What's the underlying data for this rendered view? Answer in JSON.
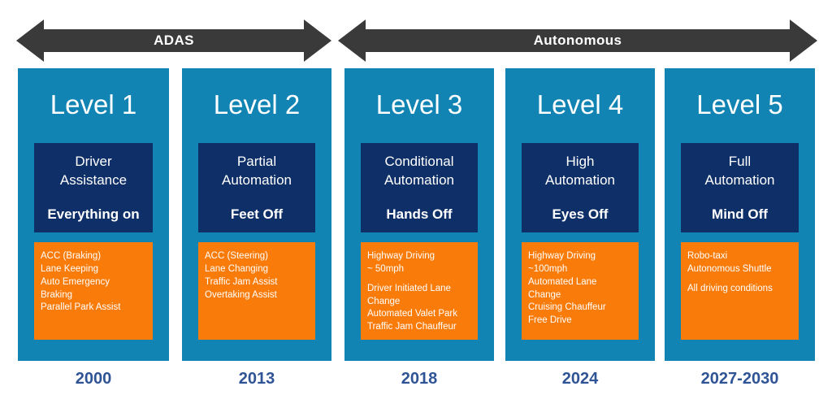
{
  "bands": [
    {
      "label": "ADAS",
      "arrow_icon": "double-headed-arrow-icon",
      "color": "#3A3A3A"
    },
    {
      "label": "Autonomous",
      "arrow_icon": "double-headed-arrow-icon",
      "color": "#3A3A3A"
    }
  ],
  "colors": {
    "column": "#1184B4",
    "name_box": "#0E2F67",
    "feature_box": "#F97B0A",
    "arrow": "#3A3A3A",
    "year_text": "#2F5496"
  },
  "levels": [
    {
      "title": "Level 1",
      "name": "Driver\nAssistance",
      "mode": "Everything on",
      "features": [
        [
          "ACC (Braking)\nLane Keeping\nAuto Emergency\nBraking\nParallel Park Assist"
        ]
      ],
      "year": "2000"
    },
    {
      "title": "Level 2",
      "name": "Partial\nAutomation",
      "mode": "Feet Off",
      "features": [
        [
          "ACC (Steering)\nLane Changing\nTraffic Jam Assist\nOvertaking Assist"
        ]
      ],
      "year": "2013"
    },
    {
      "title": "Level 3",
      "name": "Conditional\nAutomation",
      "mode": "Hands Off",
      "features": [
        [
          "Highway Driving\n~ 50mph"
        ],
        [
          "Driver Initiated Lane\nChange\nAutomated Valet Park\nTraffic Jam Chauffeur"
        ]
      ],
      "year": "2018"
    },
    {
      "title": "Level 4",
      "name": "High\nAutomation",
      "mode": "Eyes Off",
      "features": [
        [
          "Highway Driving\n~100mph\nAutomated Lane\nChange\nCruising Chauffeur\nFree Drive"
        ]
      ],
      "year": "2024"
    },
    {
      "title": "Level 5",
      "name": "Full\nAutomation",
      "mode": "Mind Off",
      "features": [
        [
          "Robo-taxi\nAutonomous Shuttle"
        ],
        [
          "All driving conditions"
        ]
      ],
      "year": "2027-2030"
    }
  ]
}
